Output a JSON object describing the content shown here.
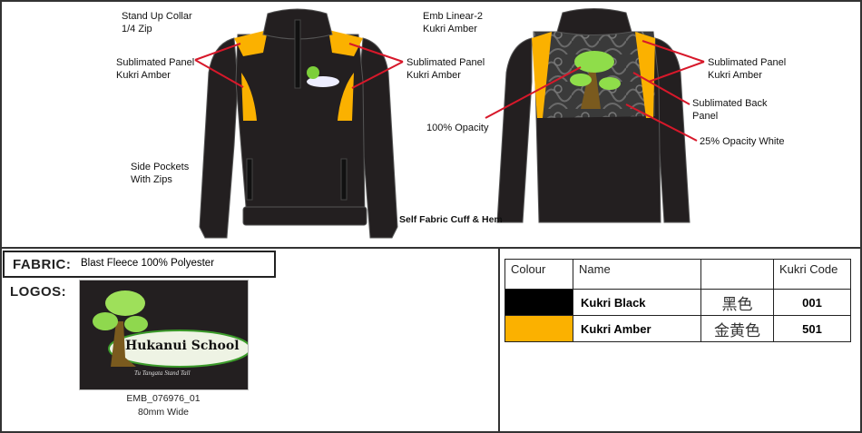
{
  "notes": {
    "collar": "Stand Up Collar\n1/4 Zip",
    "front_panel": "Sublimated Panel\nKukri Amber",
    "pockets": "Side Pockets\nWith Zips",
    "cuff": "Self Fabric Cuff & Hem",
    "emb": "Emb Linear-2\nKukri Amber",
    "mid_panel": "Sublimated Panel\nKukri Amber",
    "opacity100": "100% Opacity",
    "back_panel_amber": "Sublimated Panel\nKukri Amber",
    "back_panel": "Sublimated Back\nPanel",
    "opacity25": "25% Opacity White"
  },
  "fabric": {
    "label": "FABRIC:",
    "value": "Blast Fleece 100% Polyester"
  },
  "logos": {
    "label": "LOGOS:",
    "school": "Hukanui School",
    "motto": "Tu Tangata  Stand Tall",
    "code": "EMB_076976_01",
    "width": "80mm Wide"
  },
  "colour_table": {
    "headers": [
      "Colour",
      "Name",
      "",
      "Kukri Code"
    ],
    "rows": [
      {
        "swatch": "#000000",
        "name": "Kukri Black",
        "chinese": "黑色",
        "code": "001"
      },
      {
        "swatch": "#fbb100",
        "name": "Kukri Amber",
        "chinese": "金黄色",
        "code": "501"
      }
    ]
  },
  "colors": {
    "garment": "#231f20",
    "amber": "#fbb100",
    "callout": "#d7182a"
  }
}
